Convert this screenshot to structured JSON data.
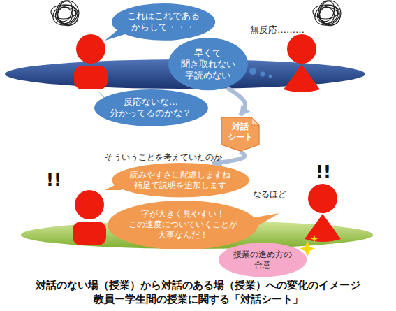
{
  "diagram": {
    "caption": "対話のない場（授業）から対話のある場（授業）への変化のイメージ",
    "nodes": [
      {
        "text": [
          "これはこれである からして・・・"
        ]
      },
      {
        "text": [
          "早くて 聞き取れない 字読めない"
        ]
      },
      {
        "text": [
          "反応ないな… 分かってるのかな？"
        ]
      },
      {
        "text": [
          "対話 シート"
        ]
      },
      {
        "text": [
          "読みやすさに配慮しますね 補足で説明を追加します"
        ]
      },
      {
        "text": [
          "字が大きく見やすい！ この速度についていくことが 大事なんだ！"
        ]
      },
      {
        "text": [
          "授業の進め方の 合意"
        ]
      }
    ],
    "edges": [
      {
        "from": 1,
        "to": 3,
        "arrow": "to"
      },
      {
        "from": 3,
        "to": 4,
        "arrow": "to"
      }
    ],
    "labels": [
      "無反応………",
      "そういうことを考えていたのか",
      "!!",
      "!!",
      "なるほど",
      "教員ー学生間の授業に関する「対話シート」"
    ]
  }
}
